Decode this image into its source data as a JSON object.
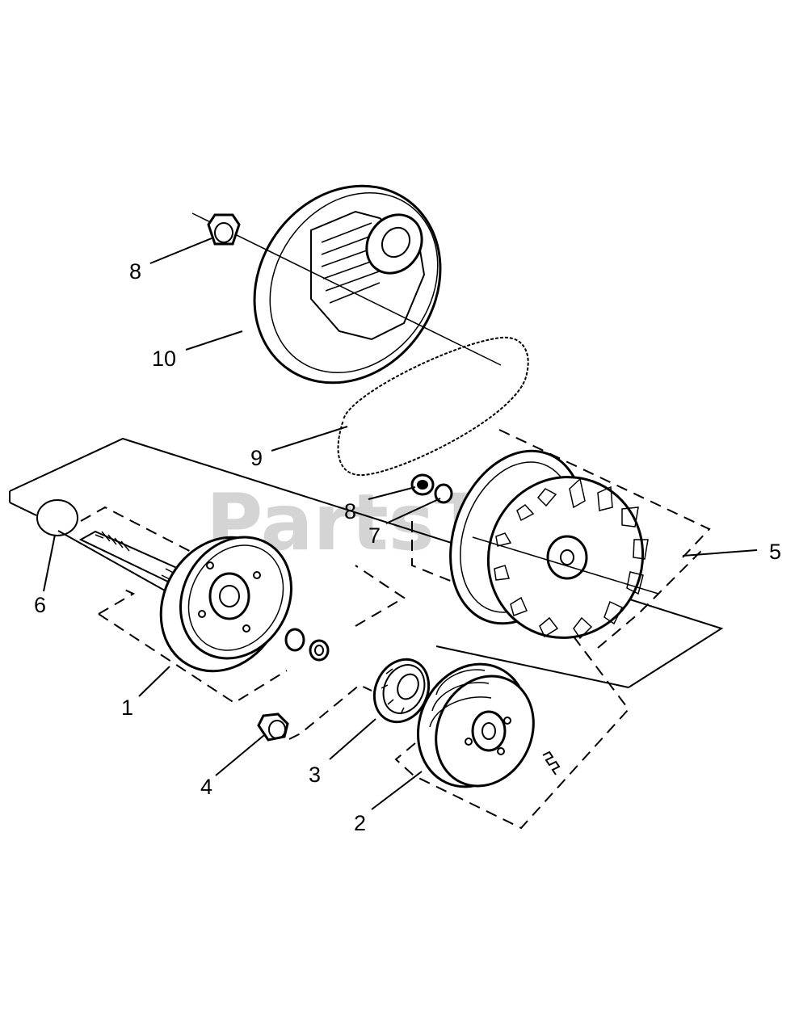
{
  "diagram": {
    "watermark": "PartsTree",
    "callouts": [
      {
        "id": "c8a",
        "label": "8"
      },
      {
        "id": "c10",
        "label": "10"
      },
      {
        "id": "c9",
        "label": "9"
      },
      {
        "id": "c8b",
        "label": "8"
      },
      {
        "id": "c7",
        "label": "7"
      },
      {
        "id": "c5",
        "label": "5"
      },
      {
        "id": "c6",
        "label": "6"
      },
      {
        "id": "c1",
        "label": "1"
      },
      {
        "id": "c4",
        "label": "4"
      },
      {
        "id": "c3",
        "label": "3"
      },
      {
        "id": "c2",
        "label": "2"
      }
    ]
  }
}
